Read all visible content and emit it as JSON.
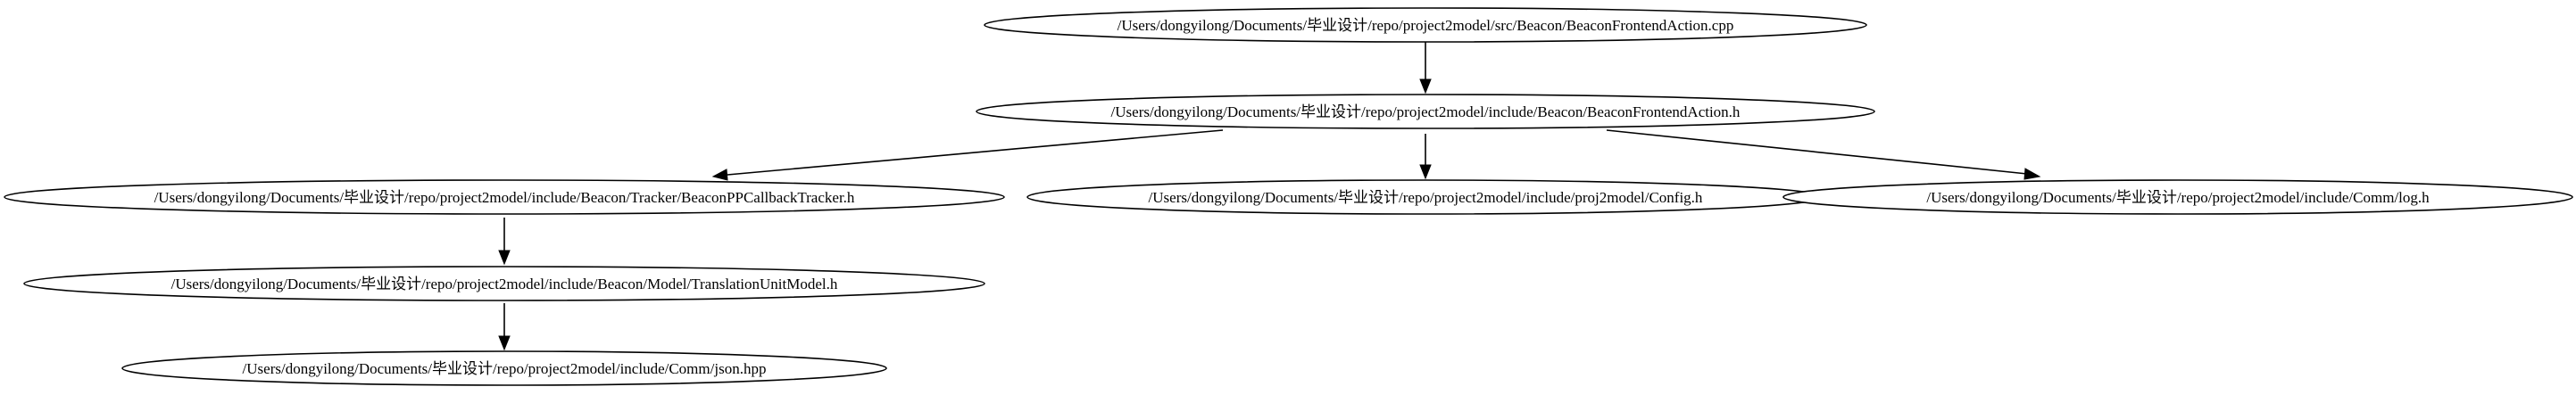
{
  "graph": {
    "nodes": [
      {
        "id": "n1",
        "label": "/Users/dongyilong/Documents/毕业设计/repo/project2model/src/Beacon/BeaconFrontendAction.cpp"
      },
      {
        "id": "n2",
        "label": "/Users/dongyilong/Documents/毕业设计/repo/project2model/include/Beacon/BeaconFrontendAction.h"
      },
      {
        "id": "n3",
        "label": "/Users/dongyilong/Documents/毕业设计/repo/project2model/include/Beacon/Tracker/BeaconPPCallbackTracker.h"
      },
      {
        "id": "n4",
        "label": "/Users/dongyilong/Documents/毕业设计/repo/project2model/include/proj2model/Config.h"
      },
      {
        "id": "n5",
        "label": "/Users/dongyilong/Documents/毕业设计/repo/project2model/include/Comm/log.h"
      },
      {
        "id": "n6",
        "label": "/Users/dongyilong/Documents/毕业设计/repo/project2model/include/Beacon/Model/TranslationUnitModel.h"
      },
      {
        "id": "n7",
        "label": "/Users/dongyilong/Documents/毕业设计/repo/project2model/include/Comm/json.hpp"
      }
    ],
    "edges": [
      {
        "from": "n1",
        "to": "n2"
      },
      {
        "from": "n2",
        "to": "n3"
      },
      {
        "from": "n2",
        "to": "n4"
      },
      {
        "from": "n2",
        "to": "n5"
      },
      {
        "from": "n3",
        "to": "n6"
      },
      {
        "from": "n6",
        "to": "n7"
      }
    ]
  }
}
